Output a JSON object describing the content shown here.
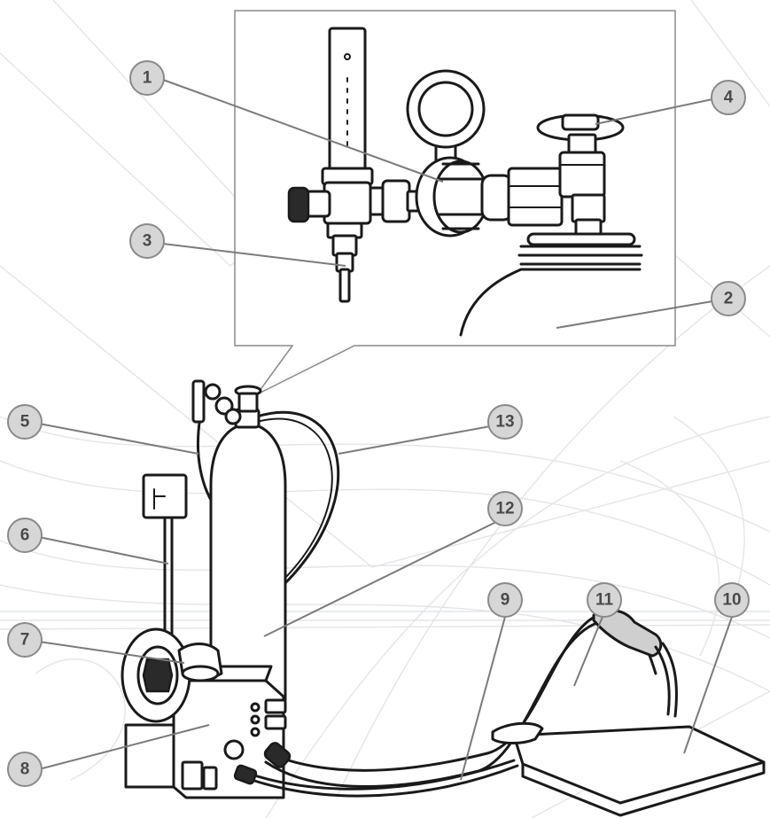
{
  "callouts": [
    {
      "id": "c1",
      "label": "1"
    },
    {
      "id": "c2",
      "label": "2"
    },
    {
      "id": "c3",
      "label": "3"
    },
    {
      "id": "c4",
      "label": "4"
    },
    {
      "id": "c5",
      "label": "5"
    },
    {
      "id": "c6",
      "label": "6"
    },
    {
      "id": "c7",
      "label": "7"
    },
    {
      "id": "c8",
      "label": "8"
    },
    {
      "id": "c9",
      "label": "9"
    },
    {
      "id": "c10",
      "label": "10"
    },
    {
      "id": "c11",
      "label": "11"
    },
    {
      "id": "c12",
      "label": "12"
    },
    {
      "id": "c13",
      "label": "13"
    }
  ],
  "colors": {
    "ink": "#1a1a1a",
    "callout_fill": "#d6d6d6",
    "callout_text": "#4a4a4a",
    "leader": "#7b7b7b",
    "background_lines": "#e3e5e8"
  }
}
